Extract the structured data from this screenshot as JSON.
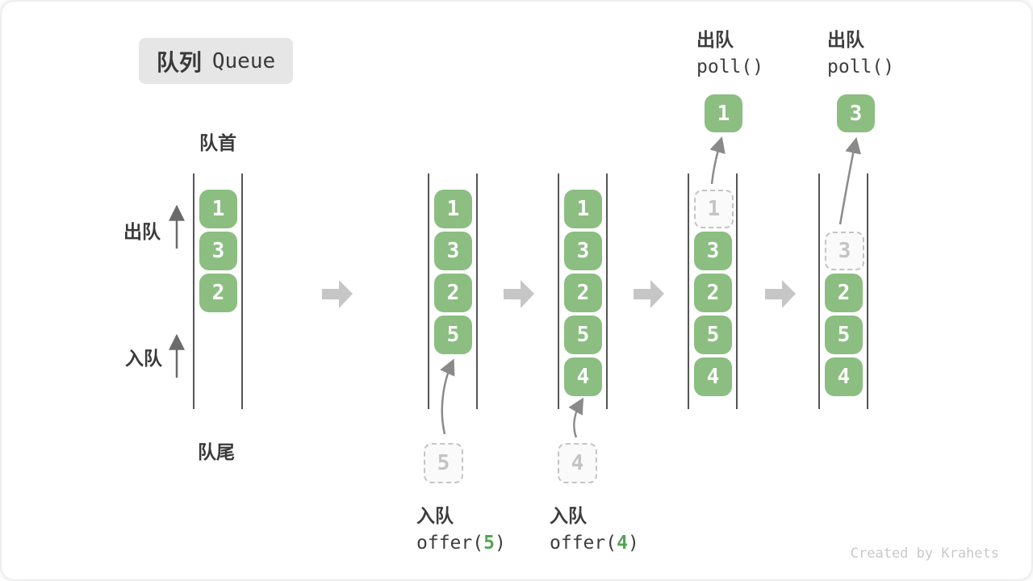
{
  "title": {
    "zh": "队列",
    "en": "Queue"
  },
  "side_labels": {
    "front": "队首",
    "rear": "队尾",
    "dequeue": "出队",
    "enqueue": "入队"
  },
  "columns": [
    {
      "slots": [
        {
          "value": "1",
          "style": "green"
        },
        {
          "value": "3",
          "style": "green"
        },
        {
          "value": "2",
          "style": "green"
        }
      ]
    },
    {
      "slots": [
        {
          "value": "1",
          "style": "green"
        },
        {
          "value": "3",
          "style": "green"
        },
        {
          "value": "2",
          "style": "green"
        },
        {
          "value": "5",
          "style": "green"
        }
      ],
      "incoming_value": "5",
      "caption": {
        "label": "入队",
        "code_pre": "offer(",
        "code_arg": "5",
        "code_post": ")"
      }
    },
    {
      "slots": [
        {
          "value": "1",
          "style": "green"
        },
        {
          "value": "3",
          "style": "green"
        },
        {
          "value": "2",
          "style": "green"
        },
        {
          "value": "5",
          "style": "green"
        },
        {
          "value": "4",
          "style": "green"
        }
      ],
      "incoming_value": "4",
      "caption": {
        "label": "入队",
        "code_pre": "offer(",
        "code_arg": "4",
        "code_post": ")"
      }
    },
    {
      "slots": [
        {
          "value": "1",
          "style": "dashed"
        },
        {
          "value": "3",
          "style": "green"
        },
        {
          "value": "2",
          "style": "green"
        },
        {
          "value": "5",
          "style": "green"
        },
        {
          "value": "4",
          "style": "green"
        }
      ],
      "outgoing_value": "1",
      "header": {
        "label": "出队",
        "code": "poll()"
      }
    },
    {
      "slots": [
        {
          "value": "",
          "style": "empty"
        },
        {
          "value": "3",
          "style": "dashed"
        },
        {
          "value": "2",
          "style": "green"
        },
        {
          "value": "5",
          "style": "green"
        },
        {
          "value": "4",
          "style": "green"
        }
      ],
      "outgoing_value": "3",
      "header": {
        "label": "出队",
        "code": "poll()"
      }
    }
  ],
  "credit": "Created by Krahets",
  "colors": {
    "box_green": "#8BBE80",
    "box_text": "#ffffff",
    "dashed": "#c4c4c4",
    "code_green": "#55a455",
    "queue_line": "#555555",
    "block_arrow": "#c6c6c6",
    "ink": "#3d3d3d",
    "badge_bg": "#e6e6e6",
    "credit_grey": "#c9c9c9"
  }
}
